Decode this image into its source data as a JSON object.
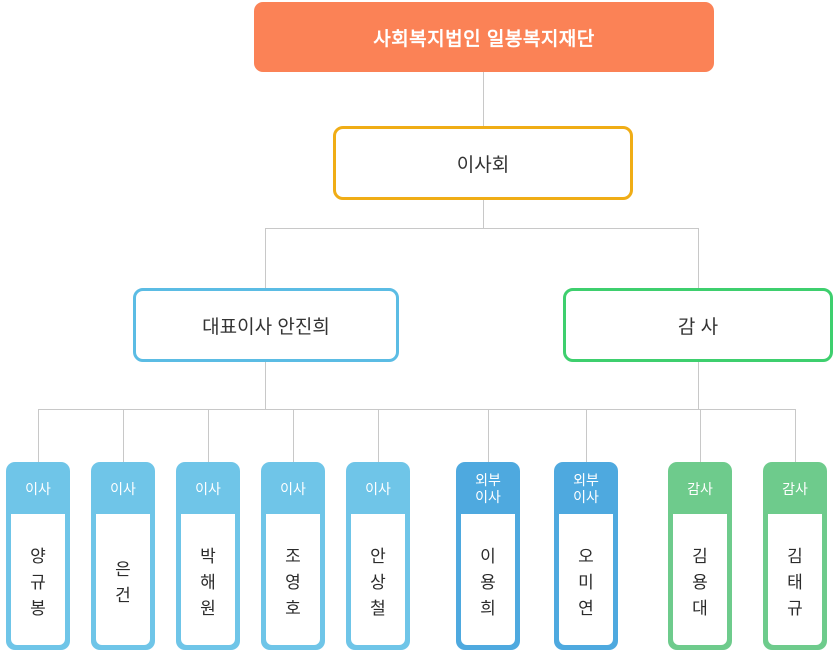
{
  "org": {
    "title": "사회복지법인 일봉복지재단",
    "board": "이사회",
    "ceo": "대표이사 안진희",
    "auditor": "감 사"
  },
  "colors": {
    "banner": "#fb8256",
    "board_border": "#f0ad16",
    "ceo_border": "#5bbce4",
    "audit_border": "#3ecf6e",
    "director": "#6fc5e8",
    "external_director": "#4ea9df",
    "auditor": "#6ecb8c",
    "connector": "#c8c8c8"
  },
  "members": [
    {
      "role": "이사",
      "name": "양\n규\n봉",
      "kind": "dir"
    },
    {
      "role": "이사",
      "name": "은\n건",
      "kind": "dir"
    },
    {
      "role": "이사",
      "name": "박\n해\n원",
      "kind": "dir"
    },
    {
      "role": "이사",
      "name": "조\n영\n호",
      "kind": "dir"
    },
    {
      "role": "이사",
      "name": "안\n상\n철",
      "kind": "dir"
    },
    {
      "role": "외부\n이사",
      "name": "이\n용\n희",
      "kind": "ext"
    },
    {
      "role": "외부\n이사",
      "name": "오\n미\n연",
      "kind": "ext"
    },
    {
      "role": "감사",
      "name": "김\n용\n대",
      "kind": "aud"
    },
    {
      "role": "감사",
      "name": "김\n태\n규",
      "kind": "aud"
    }
  ]
}
